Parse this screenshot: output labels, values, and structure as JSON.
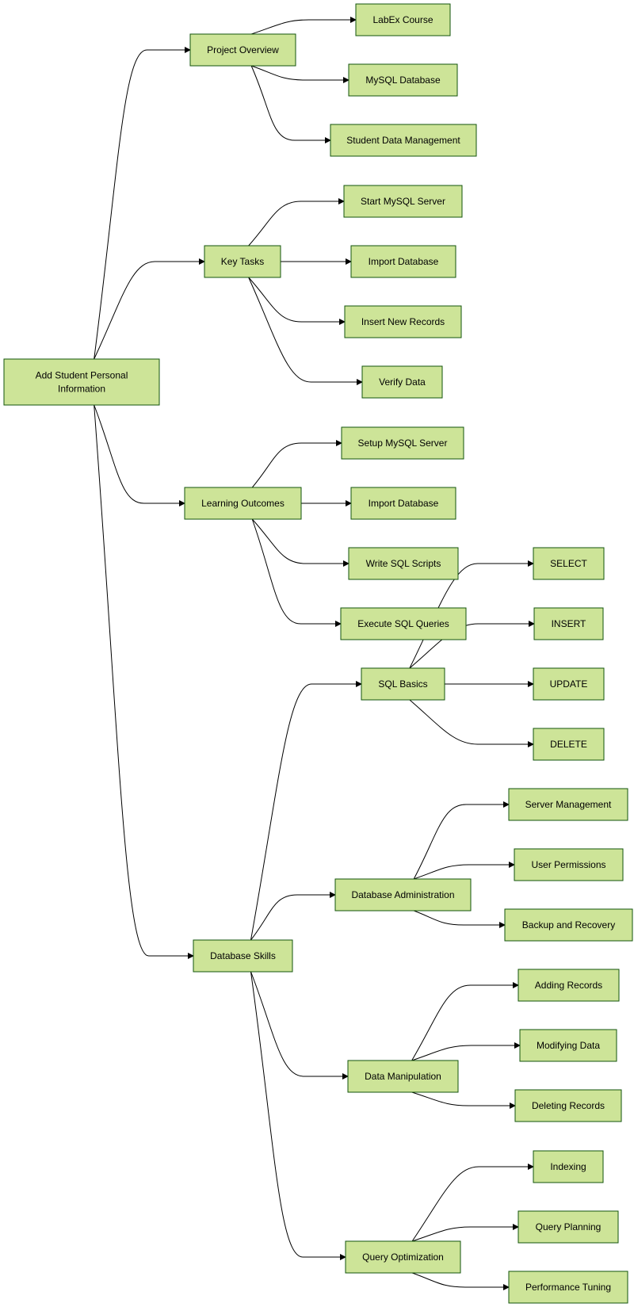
{
  "colors": {
    "node_fill": "#cde498",
    "node_stroke": "#13540c",
    "edge_stroke": "#000000"
  },
  "nodes": {
    "root": [
      "Add Student Personal",
      "Information"
    ],
    "project_overview": [
      "Project Overview"
    ],
    "labex_course": [
      "LabEx Course"
    ],
    "mysql_database": [
      "MySQL Database"
    ],
    "student_data_management": [
      "Student Data Management"
    ],
    "key_tasks": [
      "Key Tasks"
    ],
    "start_mysql_server": [
      "Start MySQL Server"
    ],
    "import_database_1": [
      "Import Database"
    ],
    "insert_new_records": [
      "Insert New Records"
    ],
    "verify_data": [
      "Verify Data"
    ],
    "learning_outcomes": [
      "Learning Outcomes"
    ],
    "setup_mysql_server": [
      "Setup MySQL Server"
    ],
    "import_database_2": [
      "Import Database"
    ],
    "write_sql_scripts": [
      "Write SQL Scripts"
    ],
    "execute_sql_queries": [
      "Execute SQL Queries"
    ],
    "select": [
      "SELECT"
    ],
    "insert": [
      "INSERT"
    ],
    "sql_basics": [
      "SQL Basics"
    ],
    "update": [
      "UPDATE"
    ],
    "delete": [
      "DELETE"
    ],
    "server_management": [
      "Server Management"
    ],
    "user_permissions": [
      "User Permissions"
    ],
    "database_administration": [
      "Database Administration"
    ],
    "backup_and_recovery": [
      "Backup and Recovery"
    ],
    "database_skills": [
      "Database Skills"
    ],
    "adding_records": [
      "Adding Records"
    ],
    "modifying_data": [
      "Modifying Data"
    ],
    "data_manipulation": [
      "Data Manipulation"
    ],
    "deleting_records": [
      "Deleting Records"
    ],
    "indexing": [
      "Indexing"
    ],
    "query_planning": [
      "Query Planning"
    ],
    "query_optimization": [
      "Query Optimization"
    ],
    "performance_tuning": [
      "Performance Tuning"
    ]
  },
  "edges": [
    [
      "root",
      "project_overview"
    ],
    [
      "root",
      "key_tasks"
    ],
    [
      "root",
      "learning_outcomes"
    ],
    [
      "root",
      "database_skills"
    ],
    [
      "project_overview",
      "labex_course"
    ],
    [
      "project_overview",
      "mysql_database"
    ],
    [
      "project_overview",
      "student_data_management"
    ],
    [
      "key_tasks",
      "start_mysql_server"
    ],
    [
      "key_tasks",
      "import_database_1"
    ],
    [
      "key_tasks",
      "insert_new_records"
    ],
    [
      "key_tasks",
      "verify_data"
    ],
    [
      "learning_outcomes",
      "setup_mysql_server"
    ],
    [
      "learning_outcomes",
      "import_database_2"
    ],
    [
      "learning_outcomes",
      "write_sql_scripts"
    ],
    [
      "learning_outcomes",
      "execute_sql_queries"
    ],
    [
      "database_skills",
      "sql_basics"
    ],
    [
      "database_skills",
      "database_administration"
    ],
    [
      "database_skills",
      "data_manipulation"
    ],
    [
      "database_skills",
      "query_optimization"
    ],
    [
      "sql_basics",
      "select"
    ],
    [
      "sql_basics",
      "insert"
    ],
    [
      "sql_basics",
      "update"
    ],
    [
      "sql_basics",
      "delete"
    ],
    [
      "database_administration",
      "server_management"
    ],
    [
      "database_administration",
      "user_permissions"
    ],
    [
      "database_administration",
      "backup_and_recovery"
    ],
    [
      "data_manipulation",
      "adding_records"
    ],
    [
      "data_manipulation",
      "modifying_data"
    ],
    [
      "data_manipulation",
      "deleting_records"
    ],
    [
      "query_optimization",
      "indexing"
    ],
    [
      "query_optimization",
      "query_planning"
    ],
    [
      "query_optimization",
      "performance_tuning"
    ]
  ]
}
